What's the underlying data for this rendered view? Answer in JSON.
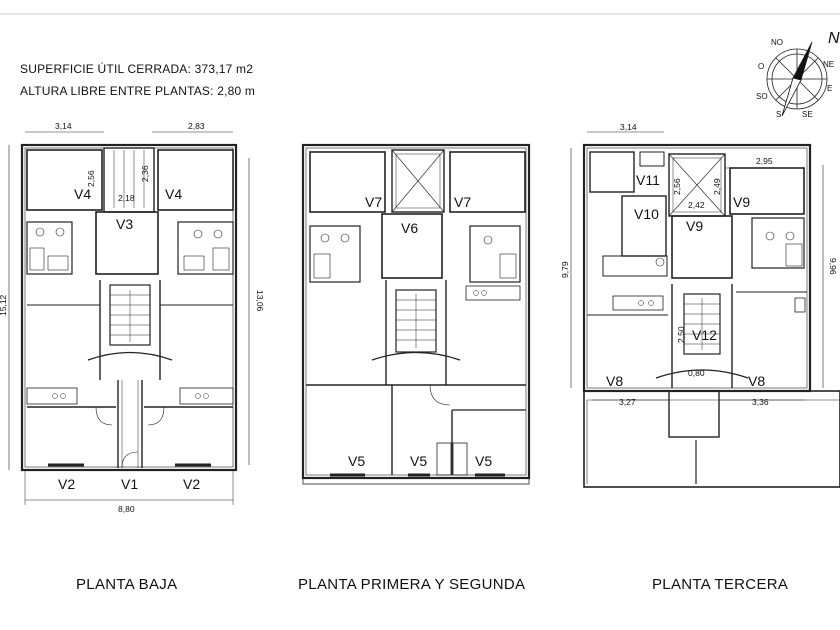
{
  "header": {
    "surface": "SUPERFICIE ÚTIL CERRADA: 373,17 m2",
    "height": "ALTURA LIBRE ENTRE PLANTAS:  2,80 m"
  },
  "compass": {
    "n": "N",
    "no": "NO",
    "ne": "NE",
    "o": "O",
    "e": "E",
    "so": "SO",
    "se": "SE",
    "s": "S"
  },
  "plans": {
    "baja": {
      "title": "PLANTA BAJA",
      "rooms": {
        "v4_left": "V4",
        "v4_right": "V4",
        "v3": "V3",
        "v2_left": "V2",
        "v1": "V1",
        "v2_right": "V2"
      },
      "dims": {
        "top_left": "3,14",
        "top_right": "2,83",
        "patio_h": "2,56",
        "patio_w": "2,18",
        "patio_h2": "2,36",
        "left_height": "15,12",
        "right_height": "13,06",
        "bottom_width": "8,80"
      }
    },
    "primera": {
      "title": "PLANTA PRIMERA Y SEGUNDA",
      "rooms": {
        "v7_left": "V7",
        "v6": "V6",
        "v7_right": "V7",
        "v5_left": "V5",
        "v5_mid": "V5",
        "v5_right": "V5"
      }
    },
    "tercera": {
      "title": "PLANTA TERCERA",
      "rooms": {
        "v11": "V11",
        "v10": "V10",
        "v9_mid": "V9",
        "v9_right": "V9",
        "v12": "V12",
        "v8_left": "V8",
        "v8_right": "V8"
      },
      "dims": {
        "top_left": "3,14",
        "top_right": "2,95",
        "patio_h": "2,56",
        "patio_h2": "2,49",
        "patio_w": "2,42",
        "left_height": "9,79",
        "right_height": "9,96",
        "stair_h": "2,50",
        "stair_w": "0,80",
        "bottom_left": "3,27",
        "bottom_right": "3,36"
      }
    }
  }
}
